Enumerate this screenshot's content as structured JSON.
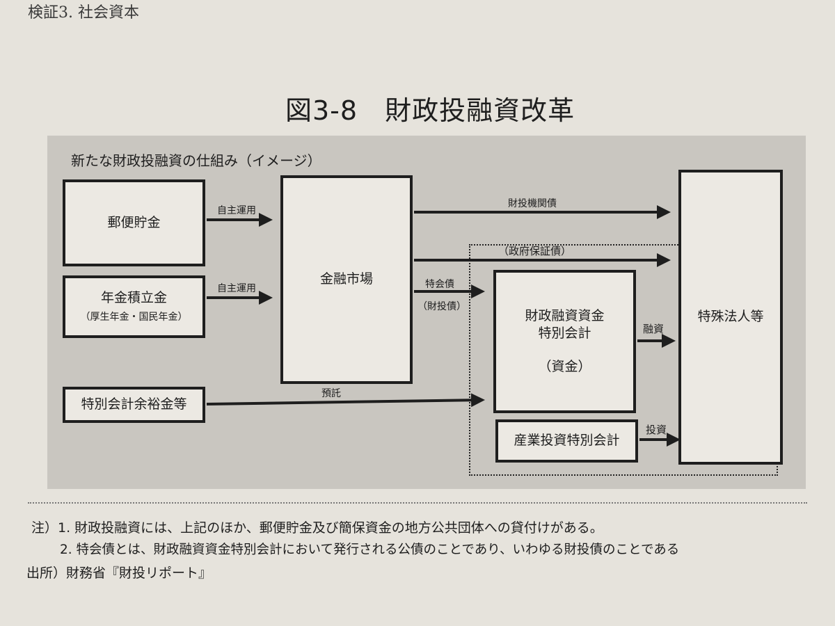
{
  "running_head": "検証3. 社会資本",
  "figure_title": "図3-8　財政投融資改革",
  "panel_caption": "新たな財政投融資の仕組み（イメージ）",
  "boxes": {
    "postal": "郵便貯金",
    "pension": "年金積立金",
    "pension_sub": "（厚生年金・国民年金）",
    "surplus": "特別会計余裕金等",
    "market": "金融市場",
    "fund_line1": "財政融資資金",
    "fund_line2": "特別会計",
    "fund_line3": "（資金）",
    "industrial": "産業投資特別会計",
    "corp": "特殊法人等"
  },
  "arrows": {
    "self_managed_1": "自主運用",
    "self_managed_2": "自主運用",
    "fiscal_agency_bond": "財投機関債",
    "gov_guaranteed": "（政府保証債）",
    "special_bond": "特会債",
    "fiscal_bond": "（財投債）",
    "deposit": "預託",
    "loan": "融資",
    "investment": "投資"
  },
  "notes": {
    "note1": "注）1. 財政投融資には、上記のほか、郵便貯金及び簡保資金の地方公共団体への貸付けがある。",
    "note2": "2. 特会債とは、財政融資資金特別会計において発行される公債のことであり、いわゆる財投債のことである",
    "source": "出所）財務省『財投リポート』"
  }
}
